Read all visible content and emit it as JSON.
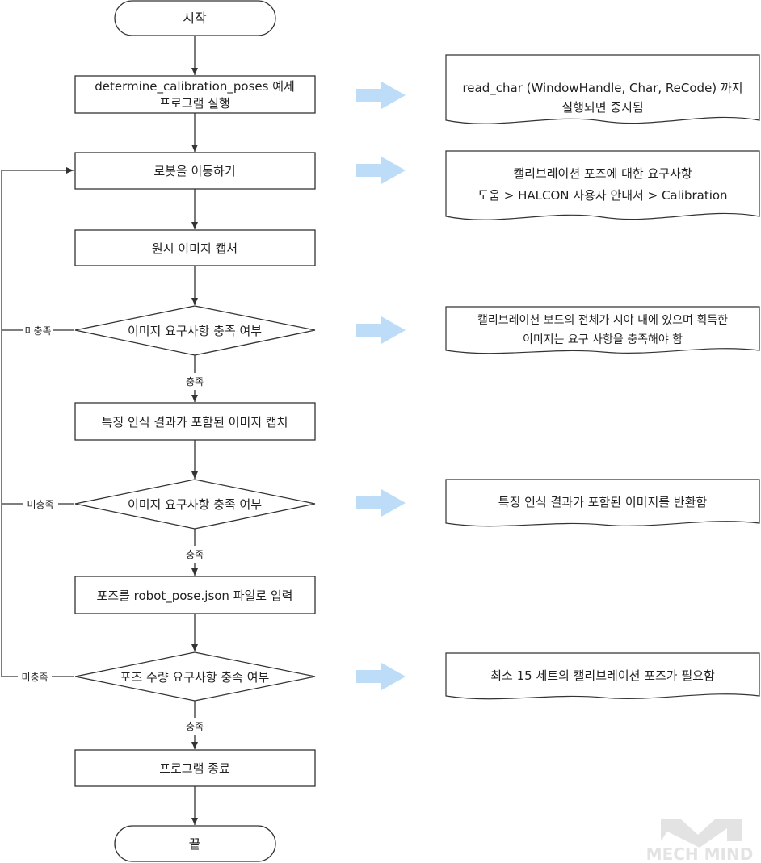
{
  "flow": {
    "start": "시작",
    "step1_line1": "determine_calibration_poses 예제",
    "step1_line2": "프로그램 실행",
    "move_robot": "로봇을 이동하기",
    "capture_raw": "원시 이미지 캡처",
    "check1": "이미지 요구사항 충족 여부",
    "capture_feature": "특징 인식 결과가 포함된 이미지 캡처",
    "check2": "이미지 요구사항 충족 여부",
    "input_pose": "포즈를 robot_pose.json 파일로 입력",
    "check3": "포즈 수량 요구사항 충족 여부",
    "end_program": "프로그램 종료",
    "end": "끝",
    "yes_label": "충족",
    "no_label": "미충족"
  },
  "notes": {
    "note1_line1": "read_char (WindowHandle, Char, ReCode) 까지",
    "note1_line2": "실행되면 중지됨",
    "note2_line1": "캘리브레이션 포즈에 대한 요구사항",
    "note2_line2": "도움 > HALCON 사용자 안내서 > Calibration",
    "note3_line1": "캘리브레이션 보드의 전체가 시야 내에 있으며 획득한",
    "note3_line2": "이미지는 요구 사항을 충족해야 함",
    "note4": "특징 인식 결과가 포함된 이미지를 반환함",
    "note5": "최소 15 세트의 캘리브레이션 포즈가 필요함"
  },
  "watermark": "MECH MIND",
  "colors": {
    "arrow": "#bcdcf8",
    "stroke": "#333333"
  }
}
